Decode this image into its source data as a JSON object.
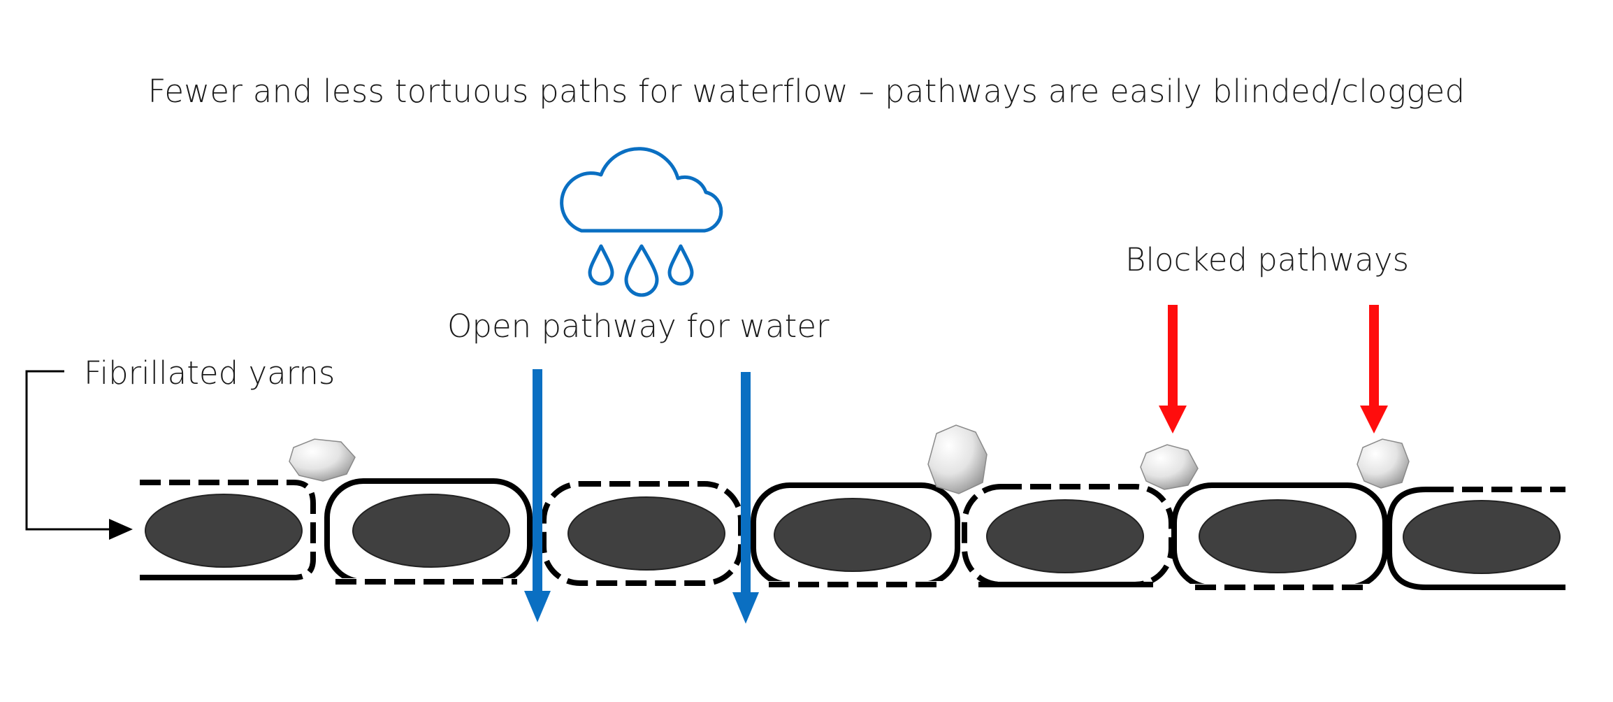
{
  "title": "Fewer and less tortuous paths for waterflow – pathways are easily blinded/clogged",
  "labels": {
    "open_pathway": "Open pathway for water",
    "blocked_pathways": "Blocked pathways",
    "fibrillated_yarns": "Fibrillated yarns"
  },
  "icons": {
    "rain_cloud": "rain-cloud-icon"
  },
  "colors": {
    "water_arrow": "#0a6fc2",
    "blocked_arrow": "#ff0d0d",
    "yarn_core": "#404040",
    "outline": "#000000",
    "stone": "#e6e6e6",
    "text": "#1a1a1a"
  },
  "yarn_count": 7,
  "stone_count": 4,
  "water_arrow_count": 2,
  "blocked_arrow_count": 2
}
